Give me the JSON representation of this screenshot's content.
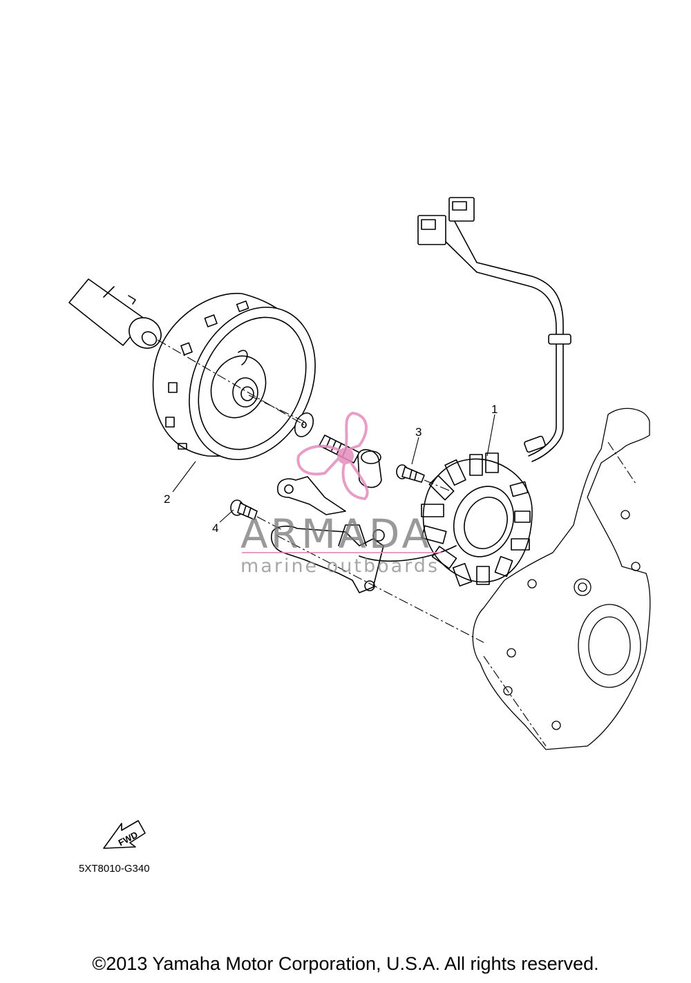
{
  "diagram": {
    "callouts": [
      "1",
      "2",
      "3",
      "4"
    ],
    "figure_code": "5XT8010-G340",
    "fwd_label": "FWD",
    "watermark": {
      "brand": "ARMADA",
      "tagline": "marine outboards",
      "logo_color": "#e58cbd"
    },
    "copyright": "©2013 Yamaha Motor Corporation, U.S.A. All rights reserved."
  }
}
